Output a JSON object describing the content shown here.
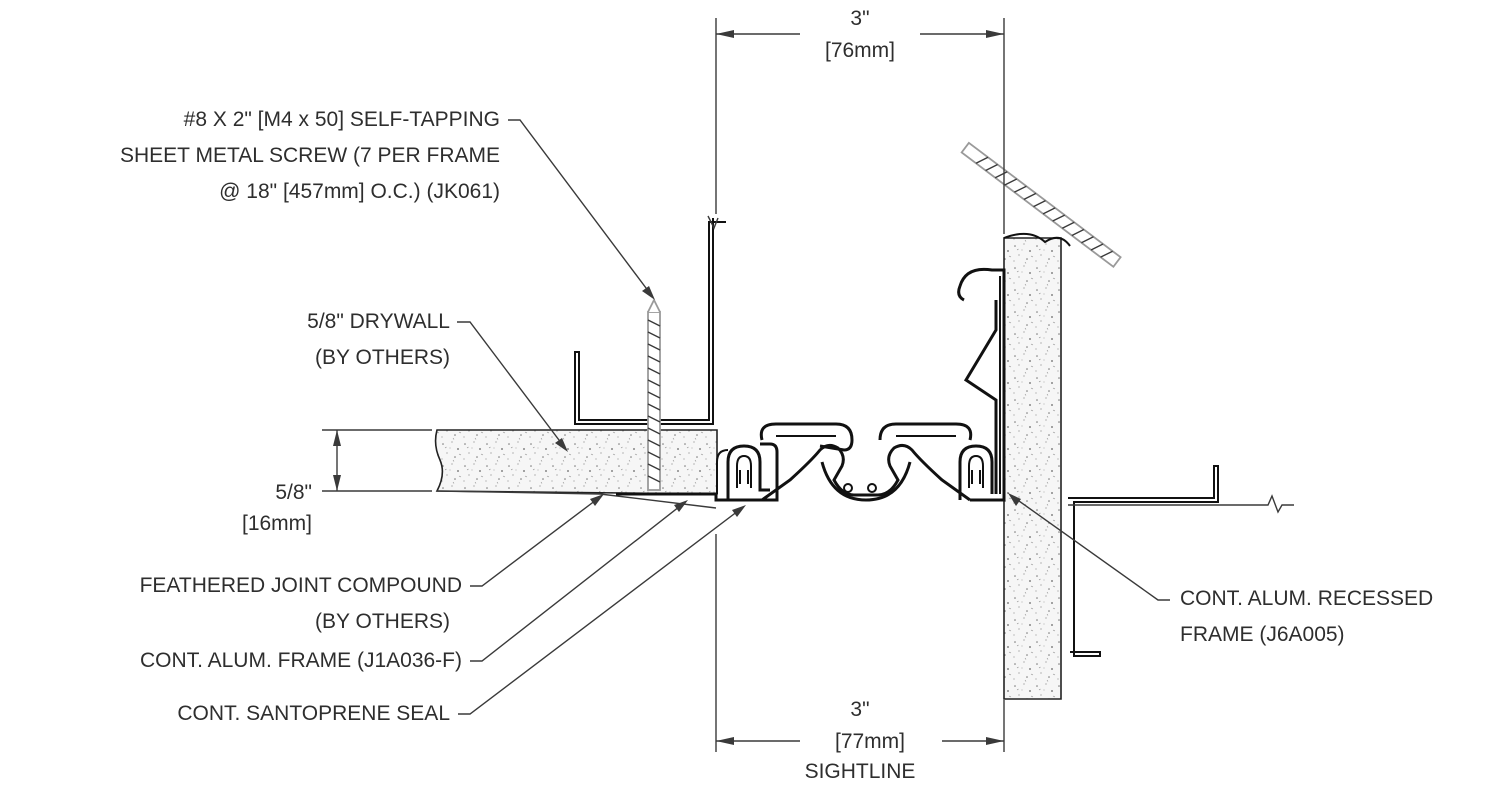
{
  "dimensions": {
    "top_width": {
      "imperial": "3\"",
      "metric": "[76mm]"
    },
    "bottom_width": {
      "imperial": "3\"",
      "metric": "[77mm]",
      "note": "SIGHTLINE"
    },
    "drywall_thickness": {
      "imperial": "5/8\"",
      "metric": "[16mm]"
    }
  },
  "callouts": {
    "screw": [
      "#8 X 2\" [M4 x 50] SELF-TAPPING",
      "SHEET METAL SCREW (7 PER FRAME",
      "@ 18\" [457mm] O.C.) (JK061)"
    ],
    "drywall": [
      "5/8\" DRYWALL",
      "(BY OTHERS)"
    ],
    "joint_compound": [
      "FEATHERED JOINT COMPOUND",
      "(BY OTHERS)"
    ],
    "alum_frame": [
      "CONT. ALUM. FRAME (J1A036-F)"
    ],
    "seal": [
      "CONT. SANTOPRENE SEAL"
    ],
    "recessed_frame": [
      "CONT. ALUM. RECESSED",
      "FRAME (J6A005)"
    ]
  }
}
